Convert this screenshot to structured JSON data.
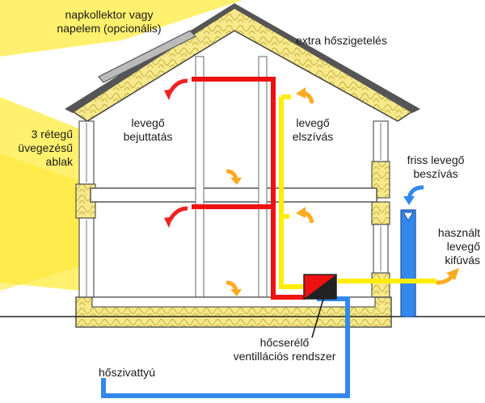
{
  "labels": {
    "collector": [
      "napkollektor vagy",
      "napelem (opcionális)"
    ],
    "insulation": "extra hőszigetelés",
    "window": [
      "3 rétegű",
      "üvegezésű",
      "ablak"
    ],
    "supply": [
      "levegő",
      "bejuttatás"
    ],
    "extract": [
      "levegő",
      "elszívás"
    ],
    "fresh_air": [
      "friss levegő",
      "beszívás"
    ],
    "exhaust": [
      "használt",
      "levegő",
      "kifúvás"
    ],
    "hrv": [
      "hőcserélő",
      "ventillációs rendszer"
    ],
    "heat_pump": "hőszivattyú"
  },
  "colors": {
    "sun": "#ffee44",
    "insulation": "#f7e98b",
    "supply_duct": "#ee1111",
    "extract_duct": "#ffee00",
    "fresh_duct": "#3388ee",
    "arrow_orange": "#ffaa22",
    "arrow_red": "#ee2222"
  }
}
